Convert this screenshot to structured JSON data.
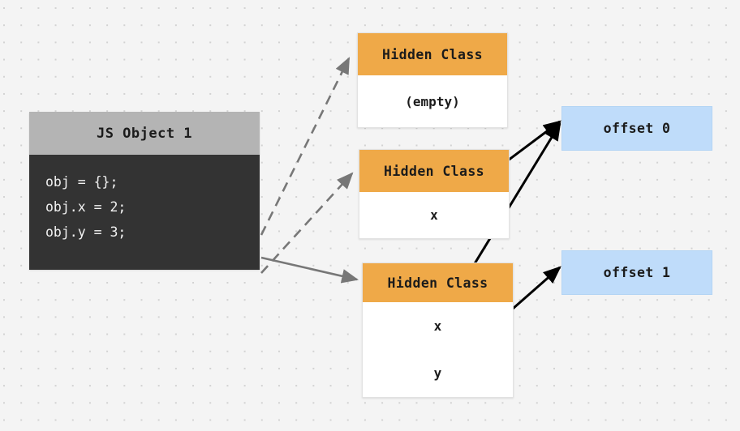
{
  "diagram": {
    "title": "JS Object hidden class transition diagram",
    "colors": {
      "background": "#f4f4f4",
      "dot_grid": "#d2d2d2",
      "object_header": "#b4b4b4",
      "object_body": "#333333",
      "hidden_class_header": "#efa948",
      "hidden_class_body": "#ffffff",
      "offset_box": "#bfdcfa",
      "dashed_arrow": "#777777",
      "solid_gray_arrow": "#777777",
      "black_arrow": "#000000"
    }
  },
  "js_object": {
    "title": "JS Object 1",
    "code_lines": [
      "obj = {};",
      "obj.x = 2;",
      "obj.y = 3;"
    ]
  },
  "hidden_classes": [
    {
      "id": "hc-empty",
      "header": "Hidden Class",
      "rows": [
        "(empty)"
      ]
    },
    {
      "id": "hc-x",
      "header": "Hidden Class",
      "rows": [
        "x"
      ]
    },
    {
      "id": "hc-xy",
      "header": "Hidden Class",
      "rows": [
        "x",
        "y"
      ]
    }
  ],
  "offsets": [
    {
      "id": "offset-0",
      "label": "offset 0"
    },
    {
      "id": "offset-1",
      "label": "offset 1"
    }
  ]
}
